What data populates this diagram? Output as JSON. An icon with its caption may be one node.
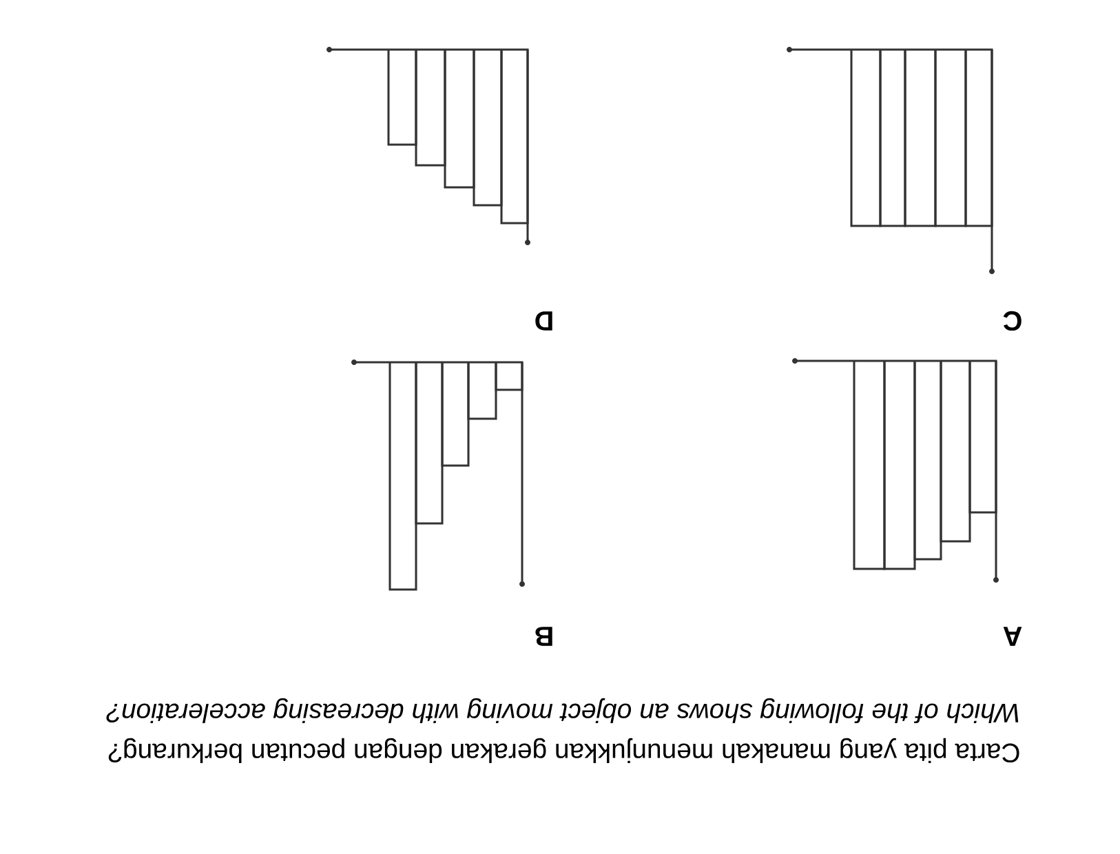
{
  "diagram": {
    "labels": [
      "Carta pita yang manakah menunjukkan gerakan dengan pecutan berkurang?",
      "Which of the following shows an object moving with decreasing acceleration?",
      "A",
      "B",
      "C",
      "D"
    ]
  }
}
